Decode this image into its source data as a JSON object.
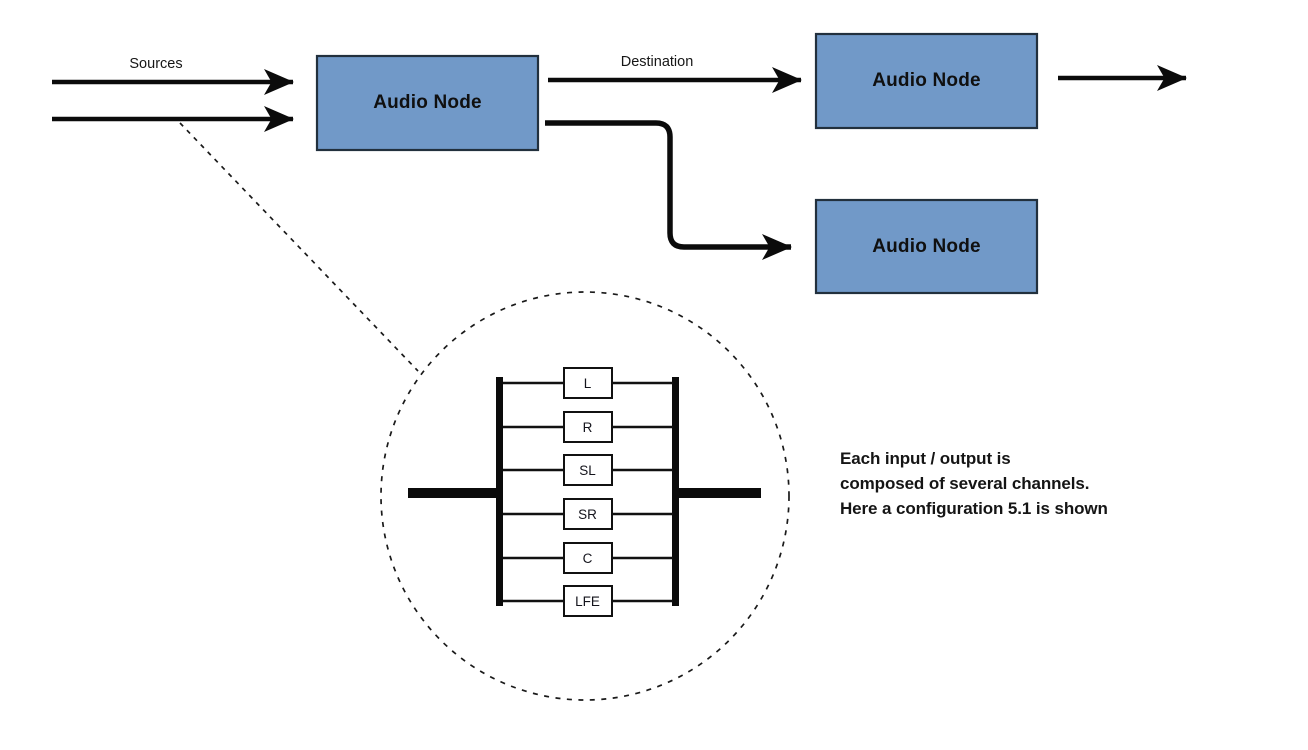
{
  "diagram": {
    "labels": {
      "sources": "Sources",
      "destination": "Destination"
    },
    "nodes": [
      {
        "label": "Audio Node"
      },
      {
        "label": "Audio Node"
      },
      {
        "label": "Audio Node"
      }
    ],
    "channels": [
      "L",
      "R",
      "SL",
      "SR",
      "C",
      "LFE"
    ],
    "caption": {
      "line1": "Each input / output is",
      "line2": "composed of several channels.",
      "line3": "Here a configuration 5.1 is shown"
    },
    "colors": {
      "node_fill": "#7199C8",
      "node_border": "#22303d",
      "line": "#0b0b0b"
    }
  }
}
